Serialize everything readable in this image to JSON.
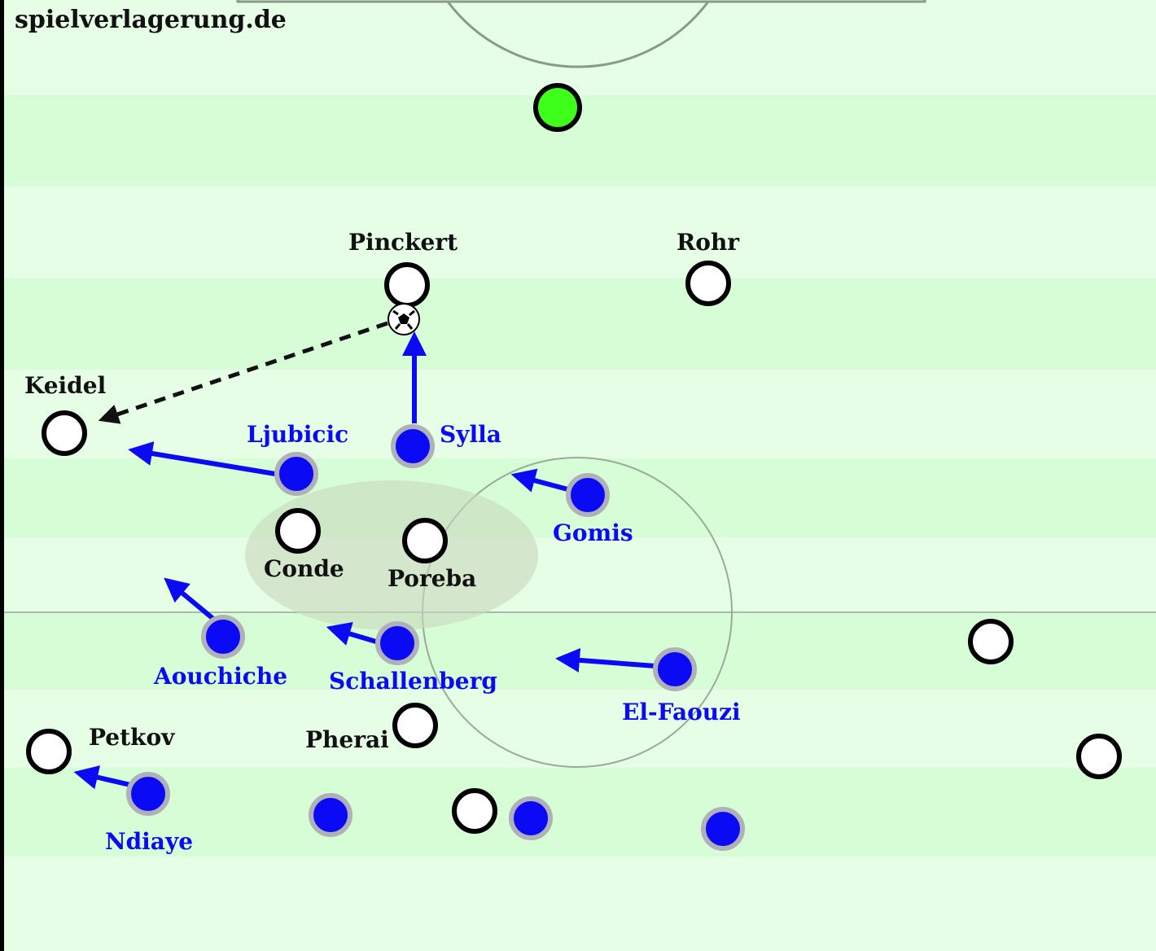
{
  "watermark": "spielverlagerung.de",
  "colors": {
    "pitch_light": "#e6fde6",
    "pitch_dark": "#d6fdd6",
    "team_blue": "#0a0af5",
    "goalkeeper": "#3dff1a"
  },
  "white_team": {
    "pinckert": "Pinckert",
    "rohr": "Rohr",
    "keidel": "Keidel",
    "conde": "Conde",
    "poreba": "Poreba",
    "petkov": "Petkov",
    "pherai": "Pherai"
  },
  "blue_team": {
    "ljubicic": "Ljubicic",
    "sylla": "Sylla",
    "gomis": "Gomis",
    "aouchiche": "Aouchiche",
    "schallenberg": "Schallenberg",
    "el_faouzi": "El-Faouzi",
    "ndiaye": "Ndiaye"
  }
}
